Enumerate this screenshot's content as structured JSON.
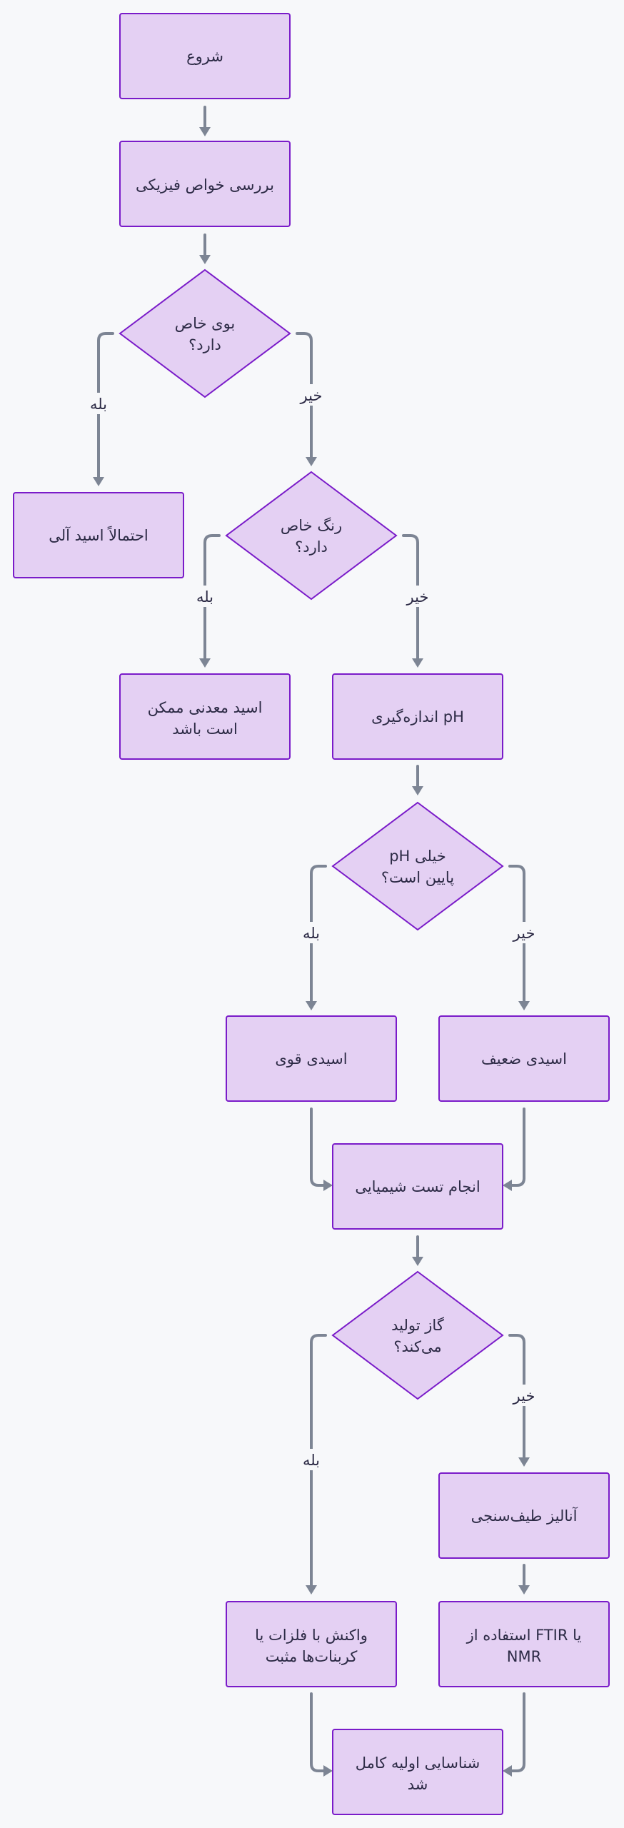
{
  "nodes": {
    "start": "شروع",
    "physical": "بررسی خواص فیزیکی",
    "smell_q": [
      "بوی خاص",
      "دارد؟"
    ],
    "organic": "احتمالاً اسید آلی",
    "color_q": [
      "رنگ خاص",
      "دارد؟"
    ],
    "mineral": [
      "اسید معدنی ممکن",
      "است باشد"
    ],
    "ph_measure": "اندازه‌گیری pH",
    "ph_low_q": [
      "pH خیلی",
      "پایین است؟"
    ],
    "strong": "اسیدی قوی",
    "weak": "اسیدی ضعیف",
    "chem_test": "انجام تست شیمیایی",
    "gas_q": [
      "گاز تولید",
      "می‌کند؟"
    ],
    "spectro": "آنالیز طیف‌سنجی",
    "metal_react": [
      "واکنش با فلزات یا",
      "کربنات‌ها مثبت"
    ],
    "ftir": [
      "استفاده از FTIR یا",
      "NMR"
    ],
    "done": [
      "شناسایی اولیه کامل",
      "شد"
    ]
  },
  "labels": {
    "yes": "بله",
    "no": "خیر"
  }
}
